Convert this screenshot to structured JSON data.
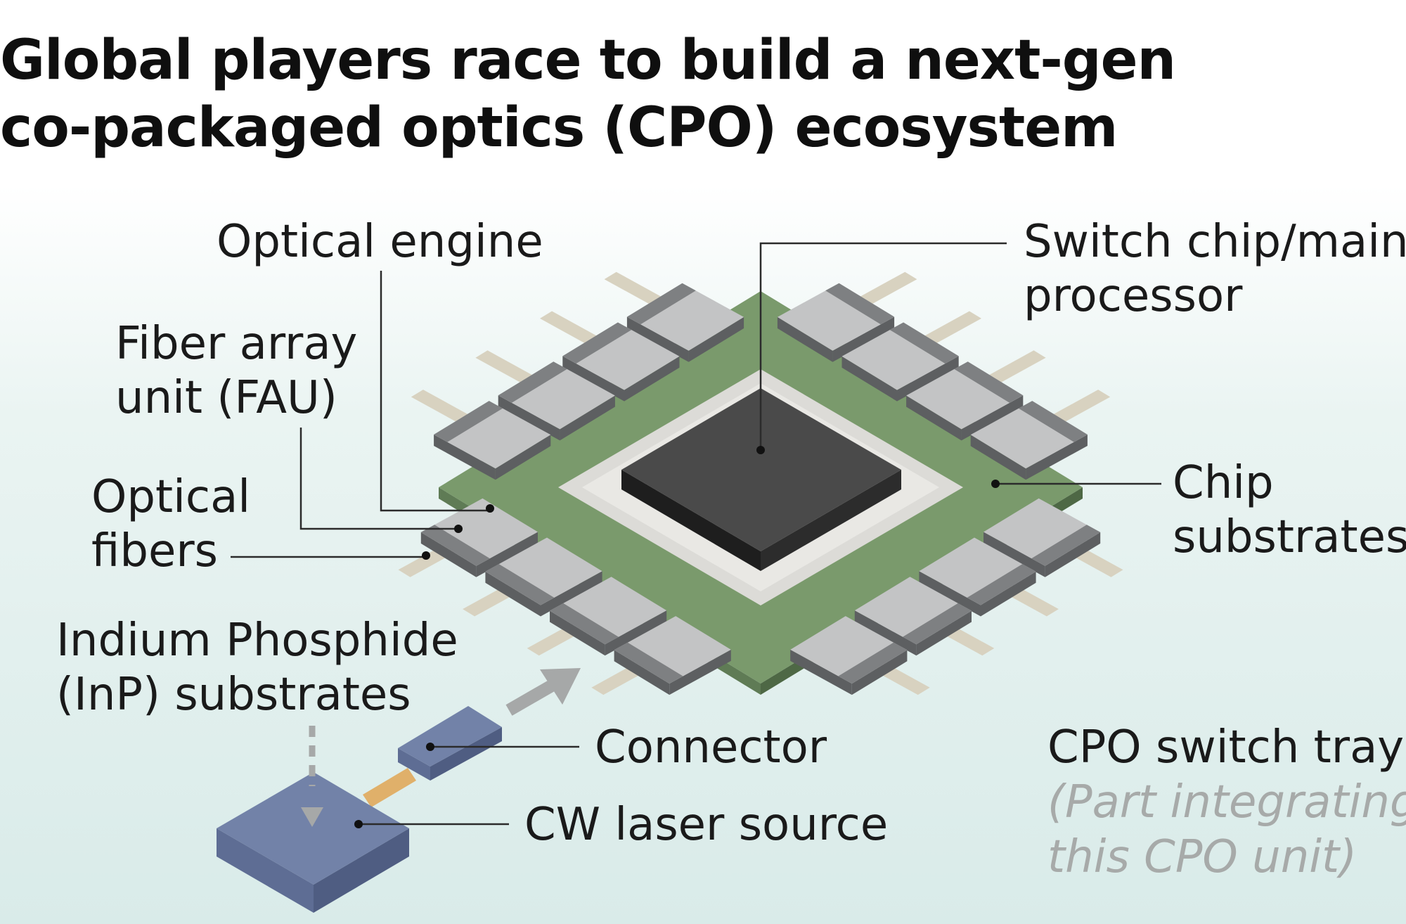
{
  "title": {
    "line1": "Global players race to build a next-gen",
    "line2": "co-packaged optics (CPO) ecosystem"
  },
  "labels": {
    "optical_engine": "Optical engine",
    "switch_chip_line1": "Switch chip/main",
    "switch_chip_line2": "processor",
    "fau_line1": "Fiber array",
    "fau_line2": "unit (FAU)",
    "optical_fibers_line1": "Optical",
    "optical_fibers_line2": "fibers",
    "chip_substrates_line1": "Chip",
    "chip_substrates_line2": "substrates",
    "inp_line1": "Indium Phosphide",
    "inp_line2": "(InP) substrates",
    "connector": "Connector",
    "cw_laser": "CW laser source",
    "tray_title": "CPO switch tray",
    "tray_note_line1": "(Part integrating",
    "tray_note_line2": "this CPO unit)"
  },
  "colors": {
    "substrate_green": "#7a9a6c",
    "chip_dark": "#4a4a4a",
    "module_gray": "#c3c4c5",
    "laser_blue": "#6f7fa5",
    "fiber_tan": "#d8d2c0",
    "link_orange": "#e0b06a"
  }
}
